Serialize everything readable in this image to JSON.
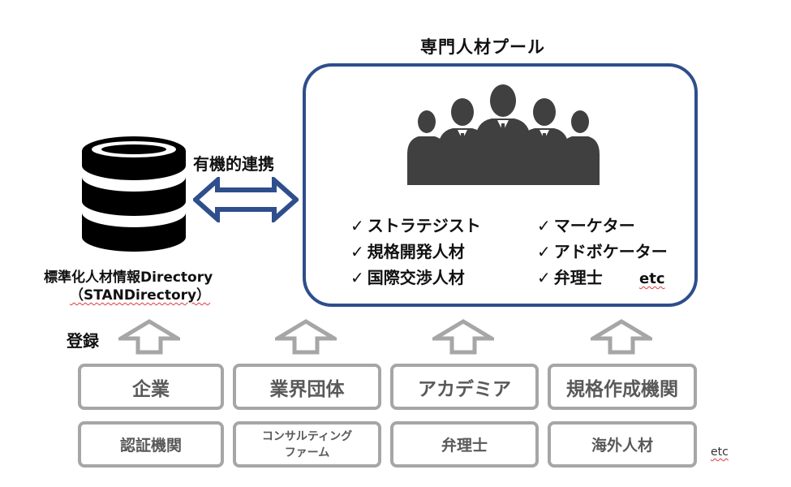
{
  "pool": {
    "title": "専門人材プール",
    "skills_left": [
      "ストラテジスト",
      "規格開発人材",
      "国際交渉人材"
    ],
    "skills_right": [
      "マーケター",
      "アドボケーター",
      "弁理士"
    ],
    "etc": "etc"
  },
  "link": {
    "label": "有機的連携"
  },
  "database": {
    "label_line1": "標準化人材情報Directory",
    "label_line2": "（STANDirectory）"
  },
  "registration": {
    "label": "登録"
  },
  "categories": {
    "row1": [
      "企業",
      "業界団体",
      "アカデミア",
      "規格作成機関"
    ],
    "row2_1": "認証機関",
    "row2_2_line1": "コンサルティング",
    "row2_2_line2": "ファーム",
    "row2_3": "弁理士",
    "row2_4": "海外人材",
    "etc": "etc"
  },
  "colors": {
    "pool_border": "#2e4e8c",
    "link_arrow": "#2e4e8c",
    "category_border": "#a6a6a6",
    "category_text": "#595959",
    "silhouette": "#404040"
  },
  "icons": {
    "database": "database-icon",
    "people": "business-people-icon",
    "link": "double-arrow-icon",
    "registration": "up-arrow-icon"
  }
}
